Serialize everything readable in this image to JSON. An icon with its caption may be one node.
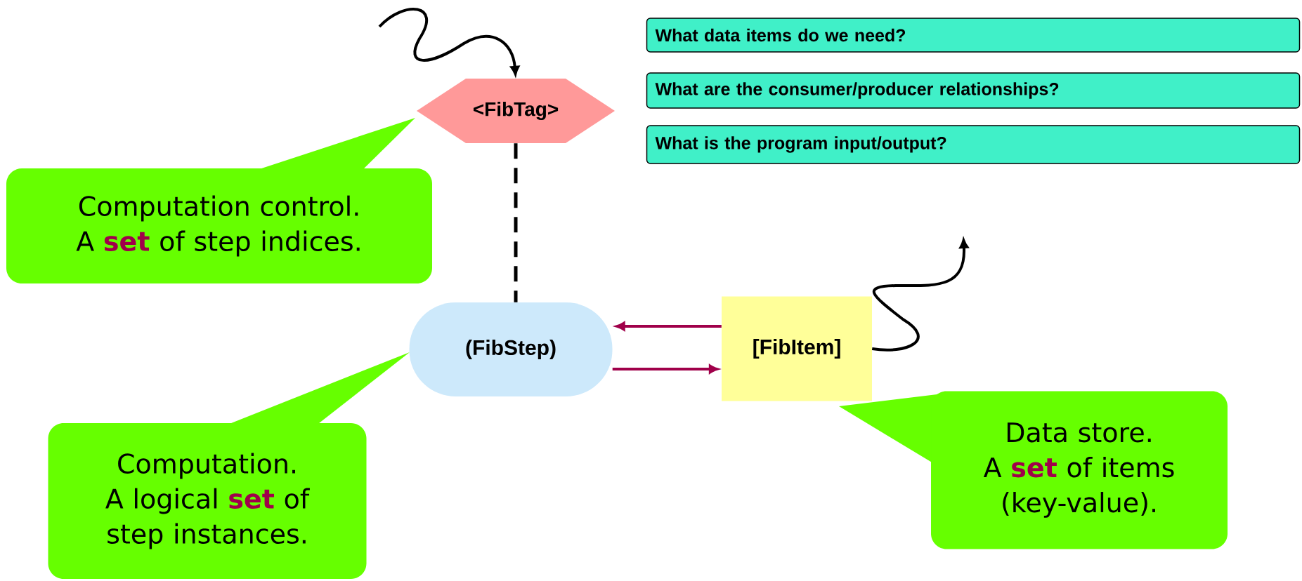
{
  "diagram": {
    "nodes": [
      {
        "text": [
          "<FibTag>"
        ]
      },
      {
        "text": [
          "What data items do we need?"
        ]
      },
      {
        "text": [
          "What are the consumer/producer relationships?"
        ]
      },
      {
        "text": [
          "What is the program input/output?"
        ]
      },
      {
        "text": [
          "Computation control.",
          "A **set** of step indices."
        ]
      },
      {
        "text": [
          "(FibStep)"
        ]
      },
      {
        "text": [
          "[FibItem]"
        ]
      },
      {
        "text": [
          "Computation.",
          "A logical **set** of step instances."
        ]
      },
      {
        "text": [
          "Data store.",
          "A **set** of items (key-value)."
        ]
      }
    ],
    "edges": [
      {
        "from": 0,
        "to": 5,
        "arrow": "none",
        "style": "dashed"
      },
      {
        "from": 6,
        "to": 5,
        "arrow": "to",
        "color": "#a0004a"
      },
      {
        "from": 5,
        "to": 6,
        "arrow": "to",
        "color": "#a0004a"
      },
      {
        "from": null,
        "to": 0,
        "arrow": "to"
      },
      {
        "from": 6,
        "to": null,
        "arrow": "to"
      }
    ]
  }
}
